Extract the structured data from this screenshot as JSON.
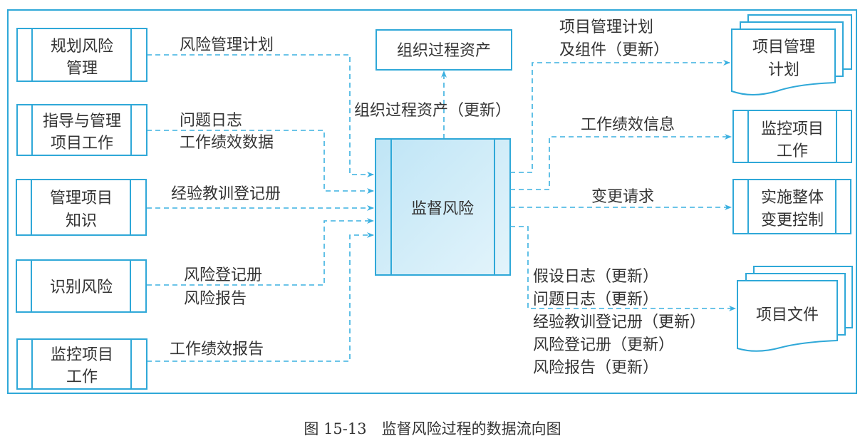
{
  "colors": {
    "line": "#3ab0e0",
    "box_border": "#2fa8d8",
    "center_fill": "#d6eef9",
    "text": "#333333"
  },
  "inputs": [
    {
      "lines": [
        "规划风险",
        "管理"
      ],
      "flow": [
        "风险管理计划"
      ]
    },
    {
      "lines": [
        "指导与管理",
        "项目工作"
      ],
      "flow": [
        "问题日志",
        "工作绩效数据"
      ]
    },
    {
      "lines": [
        "管理项目",
        "知识"
      ],
      "flow": [
        "经验教训登记册"
      ]
    },
    {
      "lines": [
        "识别风险"
      ],
      "flow": [
        "风险登记册",
        "风险报告"
      ]
    },
    {
      "lines": [
        "监控项目",
        "工作"
      ],
      "flow": [
        "工作绩效报告"
      ]
    }
  ],
  "center": {
    "label": "监督风险"
  },
  "org_assets": {
    "label": "组织过程资产",
    "flow": "组织过程资产（更新）"
  },
  "outputs": [
    {
      "lines": [
        "项目管理",
        "计划"
      ],
      "flow": [
        "项目管理计划",
        "及组件（更新）"
      ]
    },
    {
      "lines": [
        "监控项目",
        "工作"
      ],
      "flow": [
        "工作绩效信息"
      ]
    },
    {
      "lines": [
        "实施整体",
        "变更控制"
      ],
      "flow": [
        "变更请求"
      ]
    },
    {
      "lines": [
        "项目文件"
      ],
      "flow": [
        "假设日志（更新）",
        "问题日志（更新）",
        "经验教训登记册（更新）",
        "风险登记册（更新）",
        "风险报告（更新）"
      ]
    }
  ],
  "caption": "图 15-13　监督风险过程的数据流向图"
}
